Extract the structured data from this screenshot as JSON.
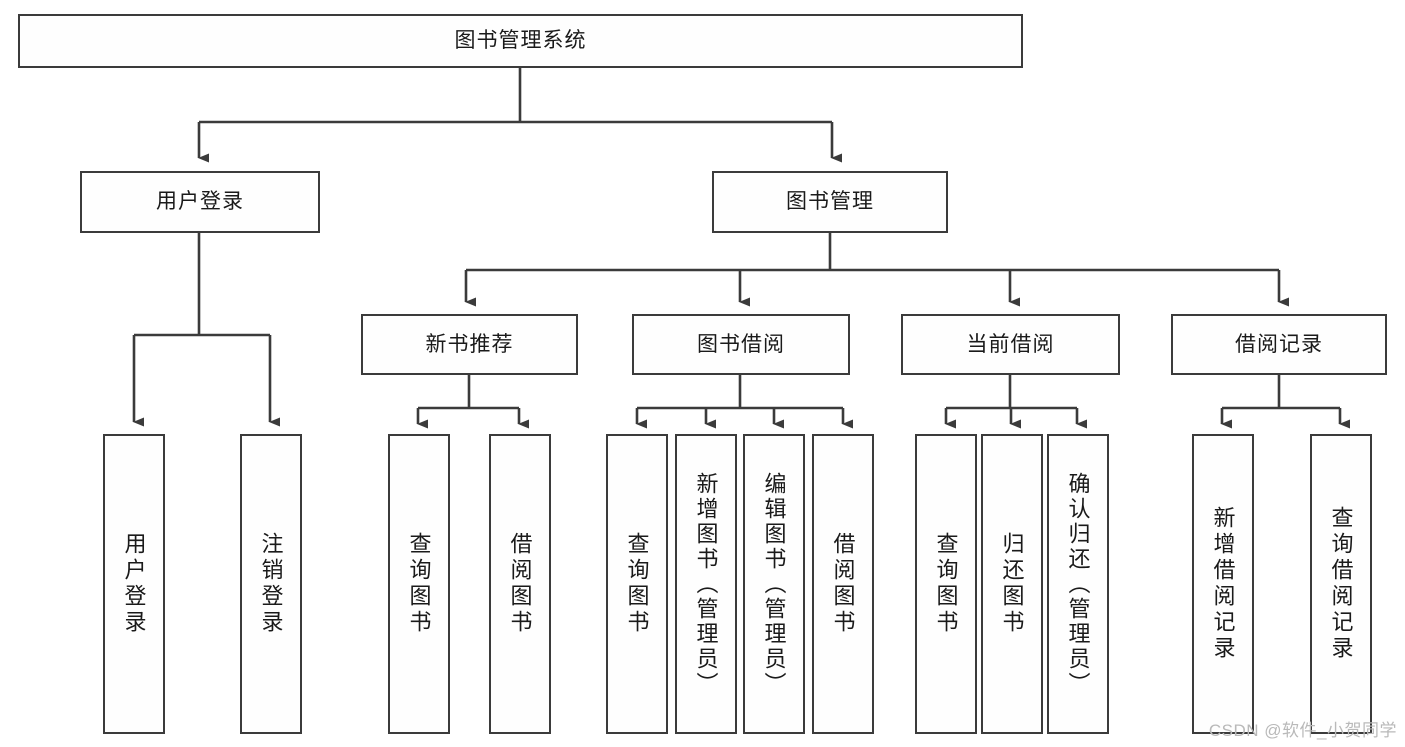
{
  "diagram": {
    "type": "tree-hierarchy-chart",
    "title": "图书管理系统",
    "watermark": "CSDN @软件_小贺同学",
    "colors": {
      "stroke": "#3b3b3b",
      "fill": "#fefefe",
      "text": "#1a1a1a",
      "watermark": "#b9b9b9"
    },
    "nodes": {
      "root": {
        "label": "图书管理系统"
      },
      "level2": [
        {
          "id": "user-login",
          "label": "用户登录"
        },
        {
          "id": "book-management",
          "label": "图书管理"
        }
      ],
      "level3": [
        {
          "id": "new-book-recommend",
          "label": "新书推荐"
        },
        {
          "id": "book-borrow",
          "label": "图书借阅"
        },
        {
          "id": "current-borrow",
          "label": "当前借阅"
        },
        {
          "id": "borrow-record",
          "label": "借阅记录"
        }
      ],
      "leaves": {
        "user-login": [
          {
            "id": "leaf-user-login",
            "label": "用户登录"
          },
          {
            "id": "leaf-logout-login",
            "label": "注销登录"
          }
        ],
        "new-book-recommend": [
          {
            "id": "leaf-query-book-1",
            "label": "查询图书"
          },
          {
            "id": "leaf-borrow-book-1",
            "label": "借阅图书"
          }
        ],
        "book-borrow": [
          {
            "id": "leaf-query-book-2",
            "label": "查询图书"
          },
          {
            "id": "leaf-add-book",
            "label": "新增图书（管理员）"
          },
          {
            "id": "leaf-edit-book",
            "label": "编辑图书（管理员）"
          },
          {
            "id": "leaf-borrow-book-2",
            "label": "借阅图书"
          }
        ],
        "current-borrow": [
          {
            "id": "leaf-query-book-3",
            "label": "查询图书"
          },
          {
            "id": "leaf-return-book",
            "label": "归还图书"
          },
          {
            "id": "leaf-confirm-return",
            "label": "确认归还（管理员）"
          }
        ],
        "borrow-record": [
          {
            "id": "leaf-add-record",
            "label": "新增借阅记录"
          },
          {
            "id": "leaf-query-record",
            "label": "查询借阅记录"
          }
        ]
      }
    }
  }
}
